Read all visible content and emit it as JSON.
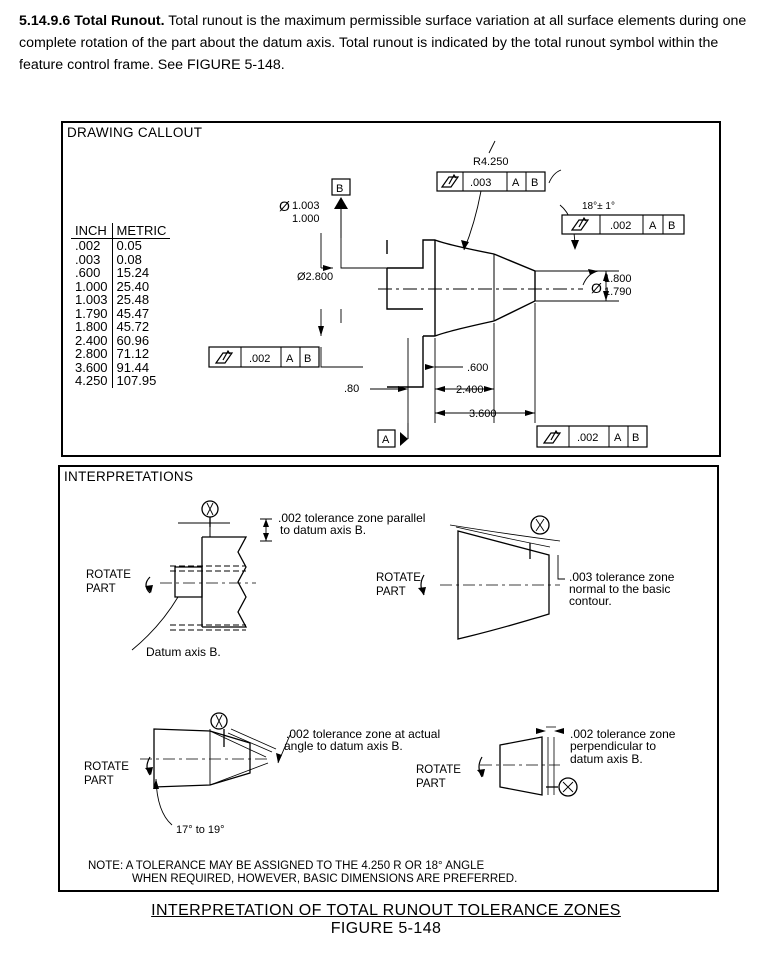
{
  "paragraph": {
    "heading": "5.14.9.6  Total Runout.",
    "body": "Total runout is the maximum permissible surface variation at all surface elements during one complete rotation of the part about the datum axis. Total runout is indicated by the total runout symbol within the feature control frame. See FIGURE 5-148."
  },
  "callout": {
    "title": "DRAWING CALLOUT",
    "table": {
      "headers": [
        "INCH",
        "METRIC"
      ],
      "rows": [
        [
          ".002",
          "0.05"
        ],
        [
          ".003",
          "0.08"
        ],
        [
          ".600",
          "15.24"
        ],
        [
          "1.000",
          "25.40"
        ],
        [
          "1.003",
          "25.48"
        ],
        [
          "1.790",
          "45.47"
        ],
        [
          "1.800",
          "45.72"
        ],
        [
          "2.400",
          "60.96"
        ],
        [
          "2.800",
          "71.12"
        ],
        [
          "3.600",
          "91.44"
        ],
        [
          "4.250",
          "107.95"
        ]
      ]
    },
    "radius_label": "R4.250",
    "fcf_top": {
      "tol": ".003",
      "d1": "A",
      "d2": "B"
    },
    "fcf_right": {
      "tol": ".002",
      "d1": "A",
      "d2": "B"
    },
    "fcf_left": {
      "tol": ".002",
      "d1": "A",
      "d2": "B"
    },
    "fcf_bottom": {
      "tol": ".002",
      "d1": "A",
      "d2": "B"
    },
    "datum_b": "B",
    "datum_a": "A",
    "angle_label": "18°± 1°",
    "dia_small_upper": "1.003",
    "dia_small_lower": "1.000",
    "dia_mid": "Ø2.800",
    "dia_right_upper": "1.800",
    "dia_right_lower": "1.790",
    "dim_080": ".80",
    "dim_600": ".600",
    "dim_2400": "2.400",
    "dim_3600": "3.600"
  },
  "interp": {
    "title": "INTERPRETATIONS",
    "rotate1": "ROTATE",
    "part1": "PART",
    "note1_line1": ".002 tolerance zone parallel",
    "note1_line2": "to datum axis B.",
    "datum_axis": "Datum axis B.",
    "rotate2": "ROTATE",
    "part2": "PART",
    "note2_line1": ".003 tolerance zone",
    "note2_line2": "normal to the basic",
    "note2_line3": "contour.",
    "rotate3": "ROTATE",
    "part3": "PART",
    "note3_line1": ".002 tolerance zone at actual",
    "note3_line2": "angle to datum axis B.",
    "angle_range": "17° to 19°",
    "rotate4": "ROTATE",
    "part4": "PART",
    "note4_line1": ".002 tolerance zone",
    "note4_line2": "perpendicular to",
    "note4_line3": "datum axis B.",
    "note_line1": "NOTE:  A TOLERANCE MAY BE ASSIGNED TO THE  4.250  R  OR  18° ANGLE",
    "note_line2": "WHEN REQUIRED, HOWEVER, BASIC DIMENSIONS ARE PREFERRED."
  },
  "caption": {
    "line1": "INTERPRETATION OF TOTAL RUNOUT TOLERANCE ZONES",
    "line2": "FIGURE 5-148"
  }
}
